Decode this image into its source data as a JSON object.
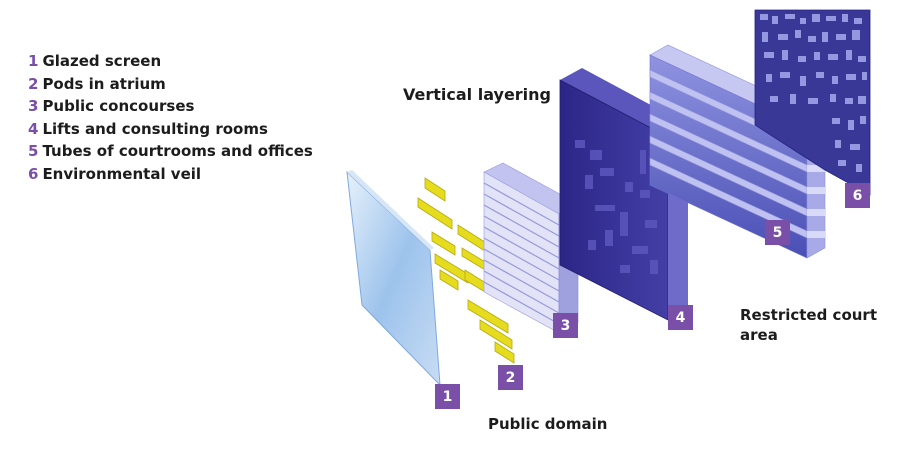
{
  "legend": {
    "items": [
      {
        "num": "1",
        "label": "Glazed screen"
      },
      {
        "num": "2",
        "label": "Pods in atrium"
      },
      {
        "num": "3",
        "label": "Public concourses"
      },
      {
        "num": "4",
        "label": "Lifts and consulting rooms"
      },
      {
        "num": "5",
        "label": "Tubes of courtrooms and offices"
      },
      {
        "num": "6",
        "label": "Environmental veil"
      }
    ]
  },
  "labels": {
    "heading": "Vertical layering",
    "restricted": "Restricted court area",
    "public": "Public domain"
  },
  "badges": [
    "1",
    "2",
    "3",
    "4",
    "5",
    "6"
  ],
  "colors": {
    "accent": "#7a4fa7",
    "glass": "#a9c9ee",
    "pods": "#e6dc1e",
    "concourse": "#b7b8e8",
    "core": "#35318f",
    "tubes": "#5a5fc4",
    "veil": "#2e2d85"
  }
}
